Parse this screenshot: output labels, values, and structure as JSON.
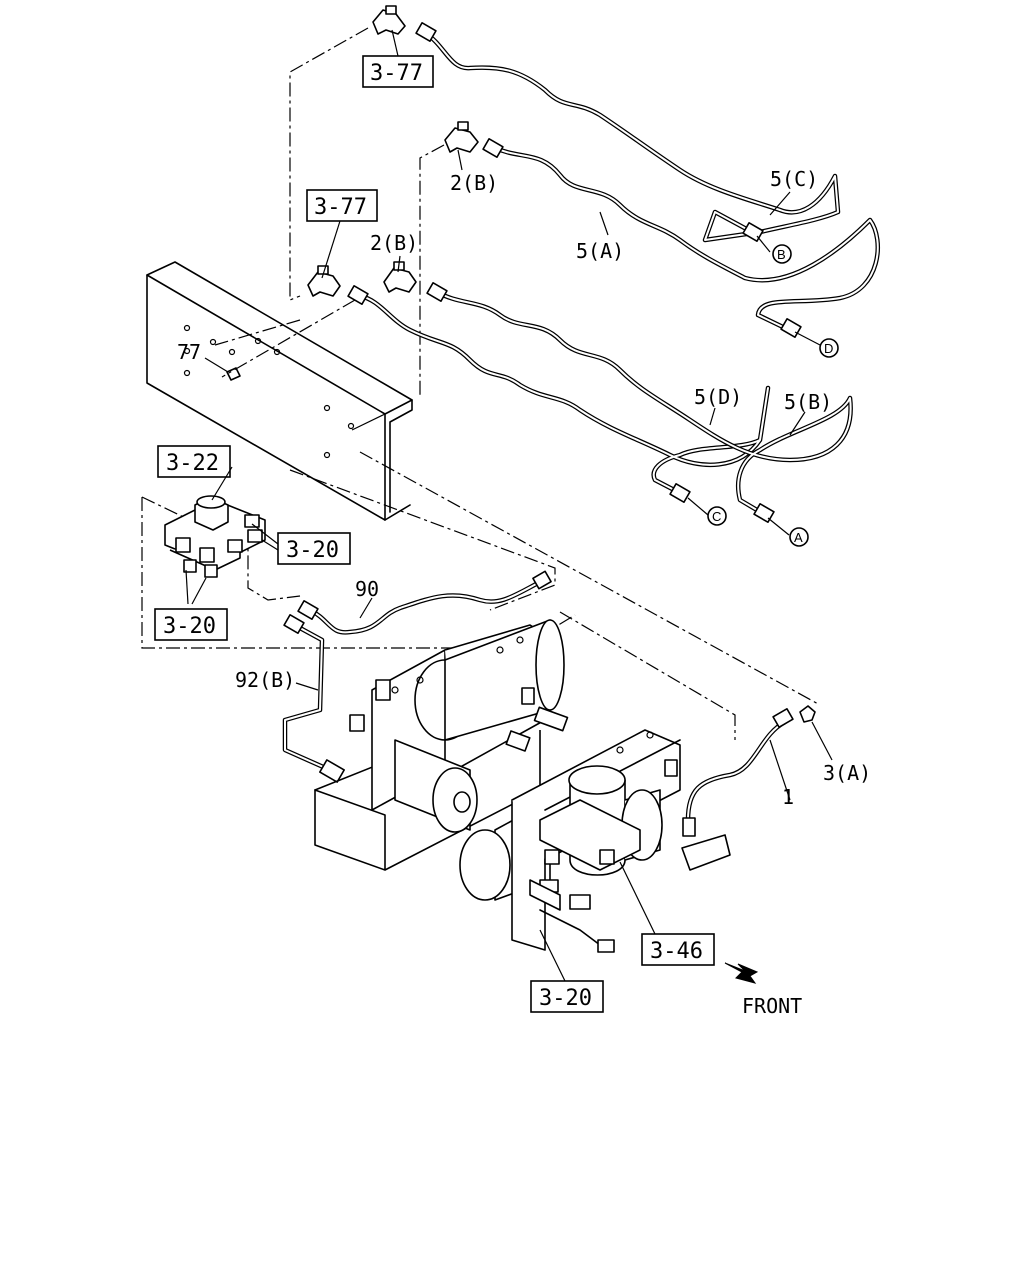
{
  "references": {
    "r377_top": "3-77",
    "r377_mid": "3-77",
    "r322": "3-22",
    "r320_right": "3-20",
    "r320_left": "3-20",
    "r346": "3-46",
    "r320_bottom": "3-20"
  },
  "labels": {
    "p5c": "5(C)",
    "p2b_top": "2(B)",
    "p5a": "5(A)",
    "p2b_mid": "2(B)",
    "p77": "77",
    "p5d": "5(D)",
    "p5b": "5(B)",
    "p90": "90",
    "p92b": "92(B)",
    "p3a": "3(A)",
    "p1": "1",
    "front": "FRONT"
  },
  "connectors": {
    "B": "B",
    "D": "D",
    "C": "C",
    "A": "A"
  }
}
